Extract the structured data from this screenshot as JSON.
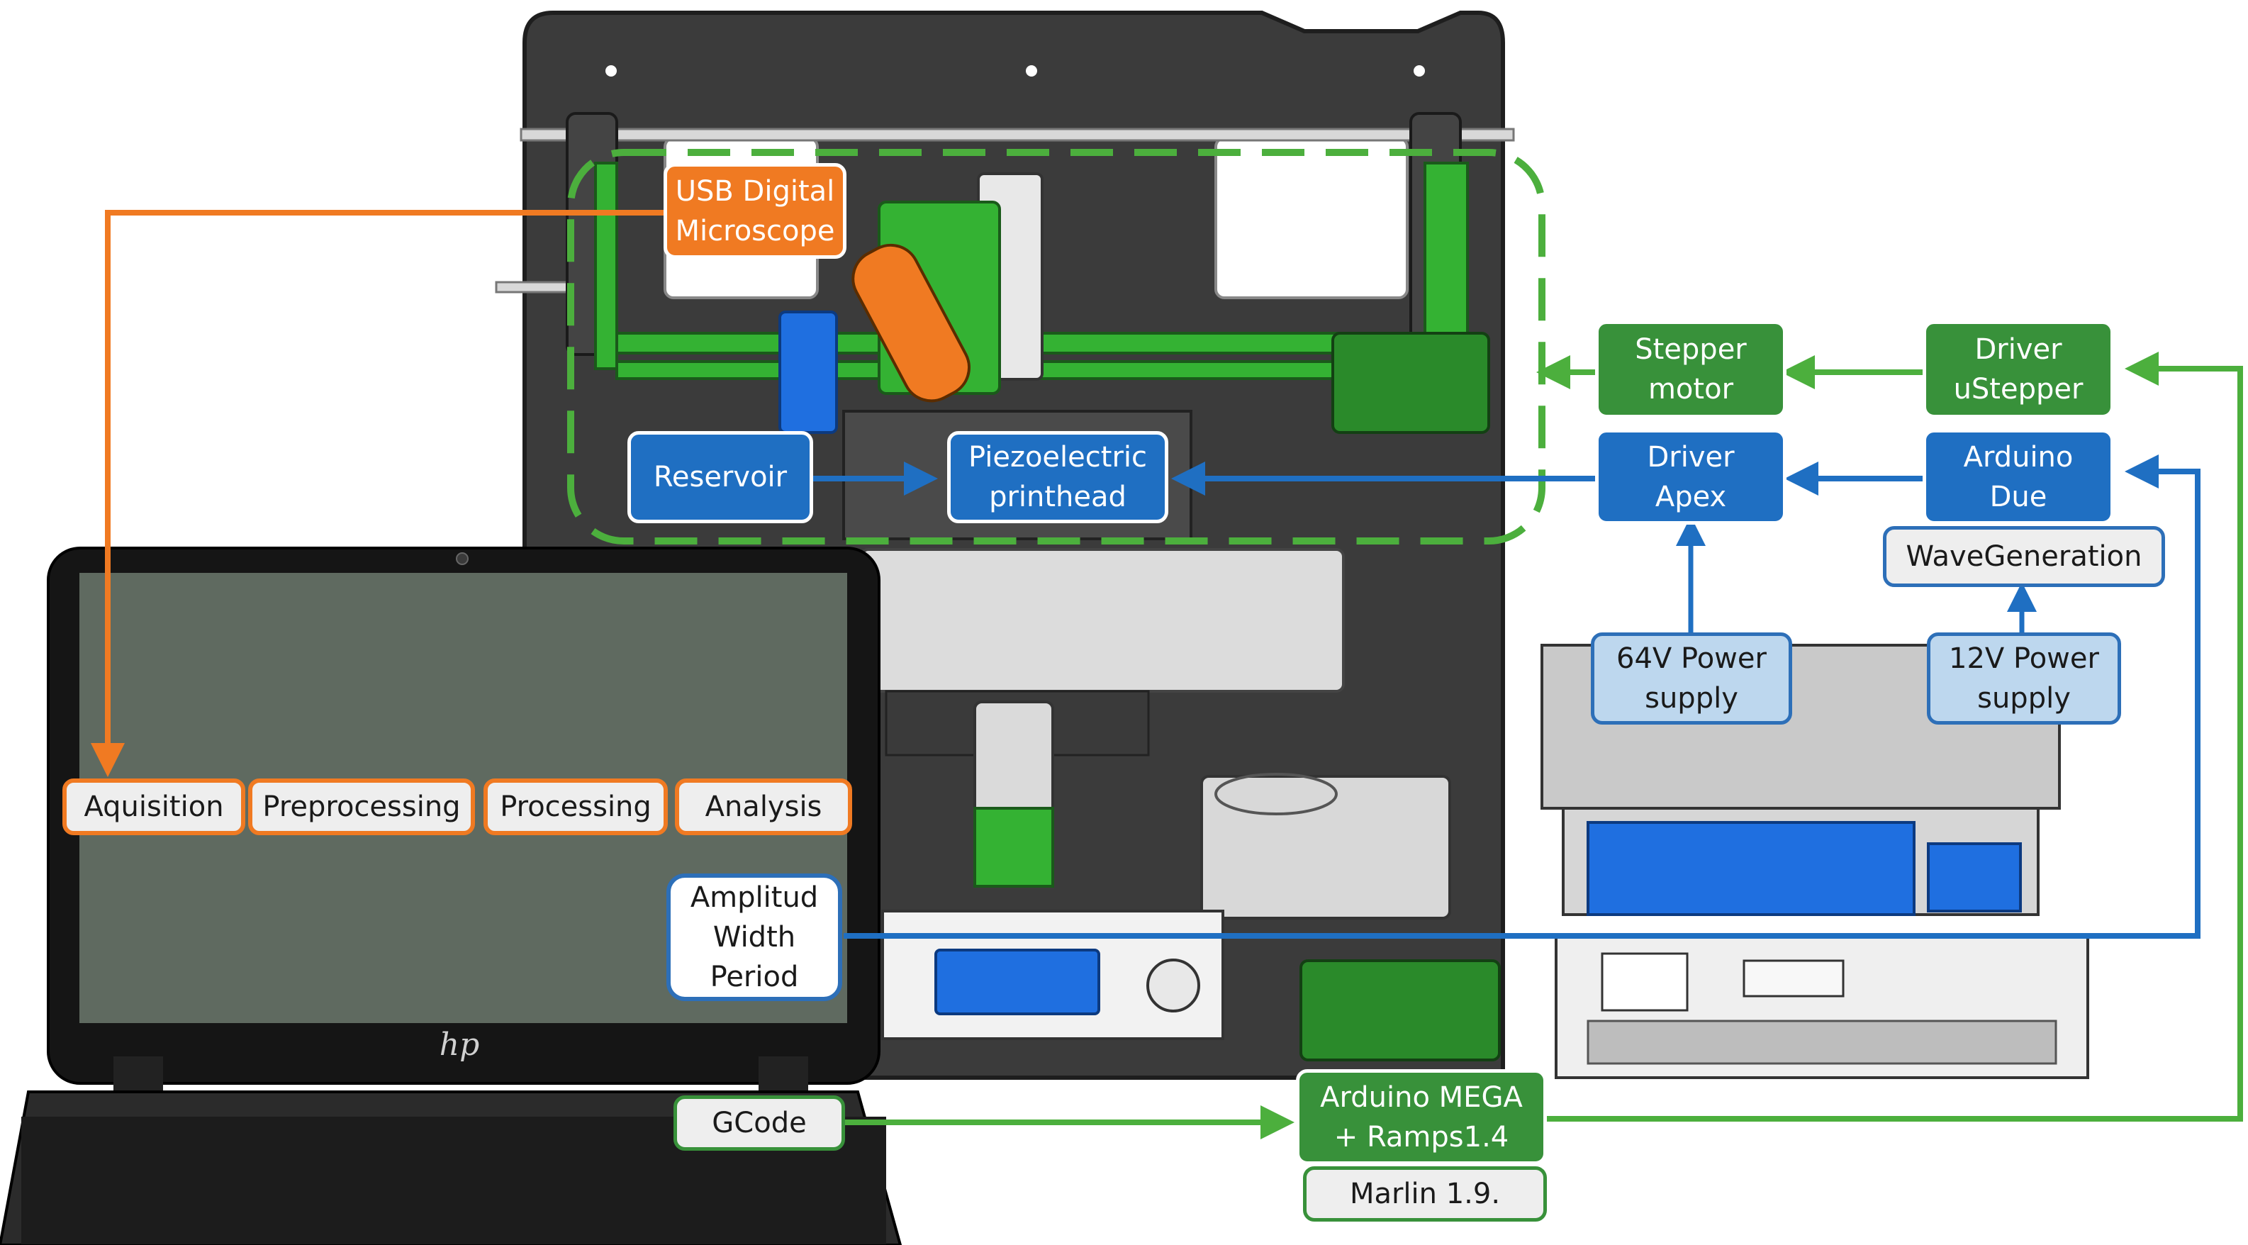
{
  "labels": {
    "usb_microscope": [
      "USB Digital",
      "Microscope"
    ],
    "reservoir": "Reservoir",
    "piezo_printhead": [
      "Piezoelectric",
      "printhead"
    ],
    "stepper_motor": [
      "Stepper",
      "motor"
    ],
    "driver_ustepper": [
      "Driver",
      "uStepper"
    ],
    "driver_apex": [
      "Driver",
      "Apex"
    ],
    "arduino_due": [
      "Arduino",
      "Due"
    ],
    "wave_generation": "WaveGeneration",
    "power_64v": [
      "64V Power",
      "supply"
    ],
    "power_12v": [
      "12V Power",
      "supply"
    ],
    "aquisition": "Aquisition",
    "preprocessing": "Preprocessing",
    "processing": "Processing",
    "analysis": "Analysis",
    "pulse_params": [
      "Amplitud",
      "Width",
      "Period"
    ],
    "gcode": "GCode",
    "arduino_mega": [
      "Arduino MEGA",
      "+ Ramps1.4"
    ],
    "marlin": "Marlin 1.9."
  },
  "laptop": {
    "logo": "hp"
  },
  "colors": {
    "orange": "#f07a22",
    "green": "#38913a",
    "blue": "#1f6fc2",
    "light_blue": "#bdd7ee",
    "screen": "#5f6a60",
    "printer_frame": "#3b3b3b"
  }
}
